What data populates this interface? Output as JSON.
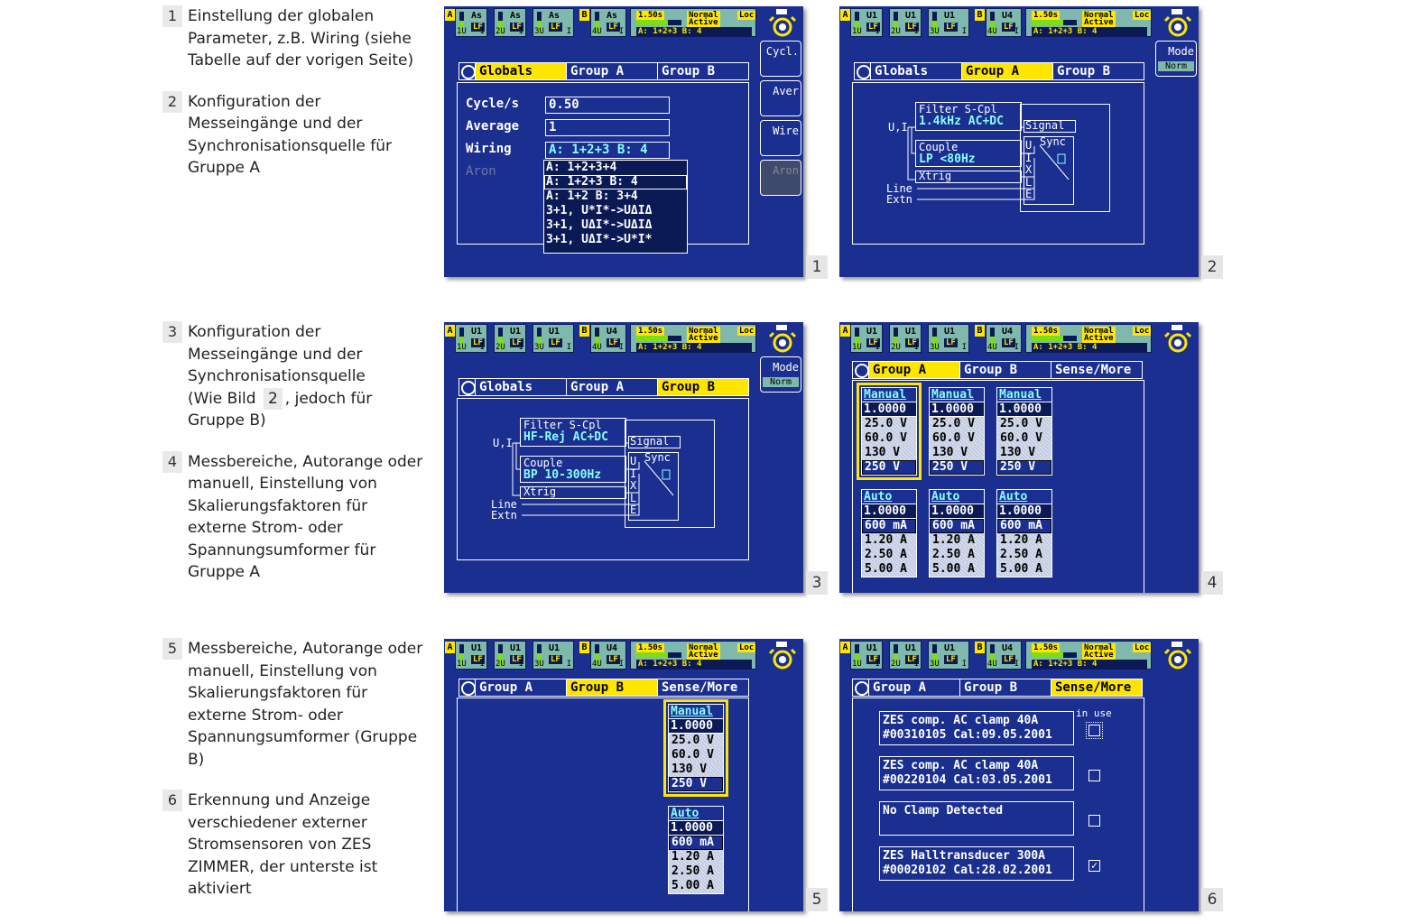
{
  "captions": [
    {
      "num": "1",
      "text": "Einstellung der globalen Parameter, z.B. Wiring (siehe Tabelle auf der vorigen Seite)"
    },
    {
      "num": "2",
      "text": "Konfiguration der Messeingänge und der Synchronisationsquelle für Gruppe A"
    },
    {
      "num": "3",
      "text_before": "Konfiguration der Messeingänge und der Synchronisationsquelle (Wie Bild",
      "ref": "2",
      "text_after": ", jedoch für Gruppe B)"
    },
    {
      "num": "4",
      "text": "Messbereiche, Autorange oder manuell, Einstellung von Skalierungsfaktoren für externe Strom- oder Spannungsumformer für Gruppe A"
    },
    {
      "num": "5",
      "text": "Messbereiche, Autorange oder manuell, Einstellung von Skalierungsfaktoren für externe Strom- oder Spannungsumformer (Gruppe B)"
    },
    {
      "num": "6",
      "text": "Erkennung und Anzeige verschiedener externer Stromsensoren von ZES ZIMMER, der unterste ist aktiviert"
    }
  ],
  "status": {
    "chA": "A",
    "chB": "B",
    "ch1_as": "As",
    "ch1_u": "U1",
    "ch2_u": "U1",
    "ch3_u": "U1",
    "ch4_u": "U4",
    "range": "LF",
    "idx1": "1U",
    "idx2": "2U",
    "idx3": "3U",
    "idx4": "4U",
    "idxI": "I",
    "cycle": "1.50s",
    "mode": "Normal",
    "loc": "Loc",
    "active": "Active",
    "wiring": "A: 1+2+3  B: 4"
  },
  "screen1": {
    "tabs": [
      "Globals",
      "Group A",
      "Group B"
    ],
    "labels": {
      "cycle": "Cycle/s",
      "average": "Average",
      "wiring": "Wiring",
      "aron": "Aron"
    },
    "values": {
      "cycle": "0.50",
      "average": "1",
      "wiring": "A: 1+2+3   B: 4"
    },
    "options": [
      "A: 1+2+3+4",
      "A: 1+2+3   B: 4",
      "A: 1+2   B: 3+4",
      "3+1, U*I*->UΔIΔ",
      "3+1, UΔI*->UΔIΔ",
      "3+1, UΔI*->U*I*"
    ],
    "softkeys": [
      "Cycl.",
      "Aver",
      "Wire",
      "Aron"
    ],
    "num": "1"
  },
  "screen2": {
    "tabs": [
      "Globals",
      "Group A",
      "Group B"
    ],
    "mode": "Mode",
    "norm": "Norm",
    "filter": "Filter  S-Cpl",
    "filter_val": "1.4kHz  AC+DC",
    "couple": "Couple",
    "couple_val": "LP <80Hz",
    "xtrig": "Xtrig",
    "signal": "Signal",
    "sync": "Sync",
    "ui": "U,I",
    "line": "Line",
    "extn": "Extn",
    "sync_letters": [
      "U",
      "I",
      "X",
      "L",
      "E"
    ],
    "num": "2"
  },
  "screen3": {
    "tabs": [
      "Globals",
      "Group A",
      "Group B"
    ],
    "mode": "Mode",
    "norm": "Norm",
    "filter": "Filter  S-Cpl",
    "filter_val": "HF-Rej AC+DC",
    "couple": "Couple",
    "couple_val": "BP 10-300Hz",
    "xtrig": "Xtrig",
    "signal": "Signal",
    "sync": "Sync",
    "ui": "U,I",
    "line": "Line",
    "extn": "Extn",
    "sync_letters": [
      "U",
      "I",
      "X",
      "L",
      "E"
    ],
    "num": "3"
  },
  "screen4": {
    "tabs": [
      "Group A",
      "Group B",
      "Sense/More"
    ],
    "voltage": {
      "hdr": "Manual",
      "factor": "1.0000",
      "items": [
        "25.0 V",
        "60.0 V",
        "130 V",
        "250 V"
      ]
    },
    "current": {
      "hdr": "Auto",
      "factor": "1.0000",
      "items": [
        "600 mA",
        "1.20 A",
        "2.50 A",
        "5.00 A"
      ]
    },
    "num": "4"
  },
  "screen5": {
    "tabs": [
      "Group A",
      "Group B",
      "Sense/More"
    ],
    "voltage": {
      "hdr": "Manual",
      "factor": "1.0000",
      "items": [
        "25.0 V",
        "60.0 V",
        "130 V",
        "250 V"
      ]
    },
    "current": {
      "hdr": "Auto",
      "factor": "1.0000",
      "items": [
        "600 mA",
        "1.20 A",
        "2.50 A",
        "5.00 A"
      ]
    },
    "num": "5"
  },
  "screen6": {
    "tabs": [
      "Group A",
      "Group B",
      "Sense/More"
    ],
    "in_use": "in use",
    "sensors": [
      {
        "l1": "ZES comp. AC clamp 40A",
        "l2": "#00310105  Cal:09.05.2001",
        "checked": ""
      },
      {
        "l1": "ZES comp. AC clamp 40A",
        "l2": "#00220104  Cal:03.05.2001",
        "checked": ""
      },
      {
        "l1": "No Clamp Detected",
        "l2": "",
        "checked": ""
      },
      {
        "l1": "ZES Halltransducer 300A",
        "l2": "#00020102  Cal:28.02.2001",
        "checked": "✓"
      }
    ],
    "num": "6"
  }
}
